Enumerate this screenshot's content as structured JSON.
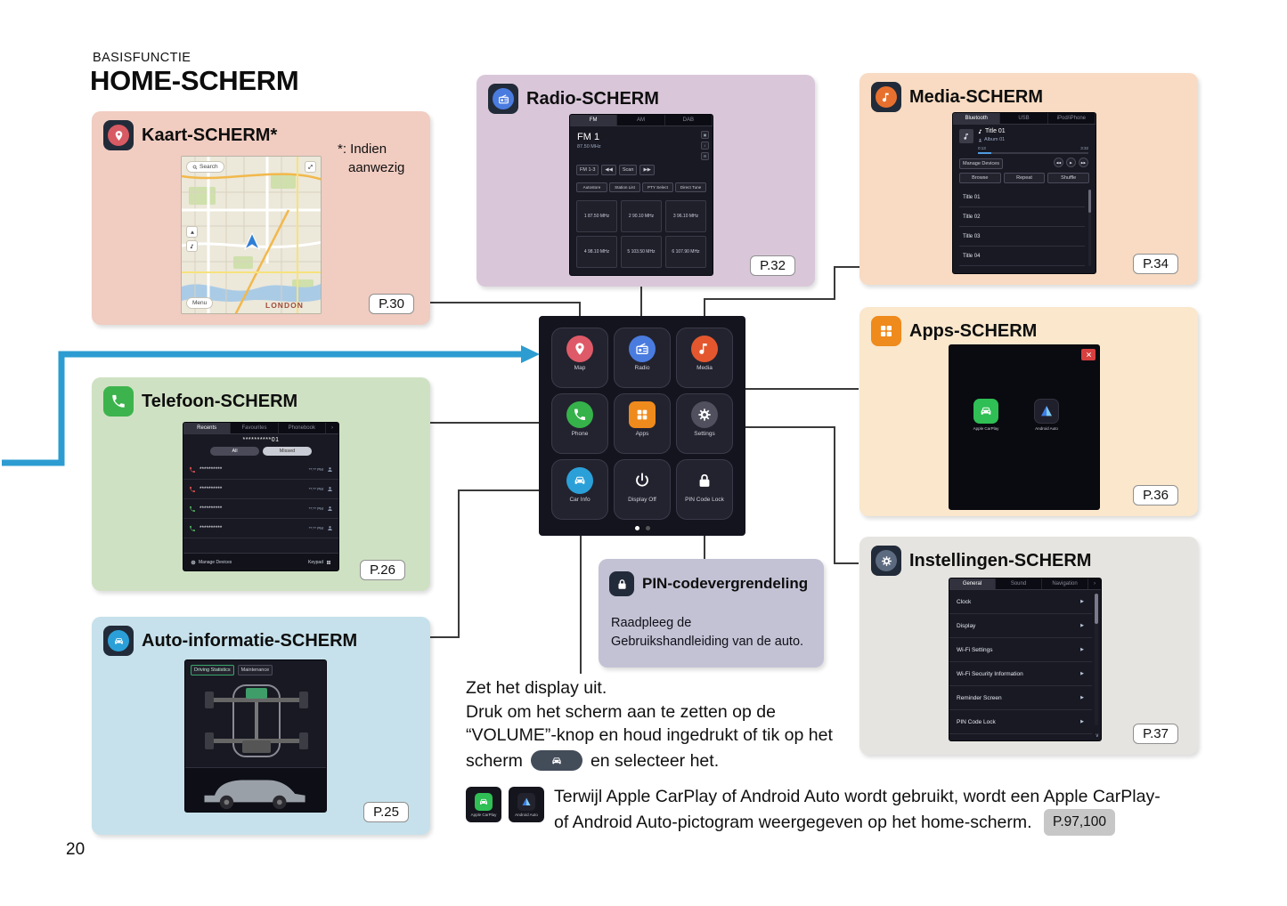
{
  "page": {
    "eyebrow": "BASISFUNCTIE",
    "title": "HOME-SCHERM",
    "page_number": "20"
  },
  "glyphs": {
    "chevron_right": "›",
    "row_arrow": "▶",
    "chevron_down": "∨"
  },
  "colors": {
    "arrow_blue": "#2d9cd1",
    "connector": "#3a3a3a"
  },
  "panels": {
    "kaart": {
      "title": "Kaart-SCHERM*",
      "note_l1": "*: Indien",
      "note_l2": "aanwezig",
      "page_ref": "P.30",
      "screen": {
        "search": "Search",
        "menu": "Menu",
        "city": "LONDON"
      }
    },
    "radio": {
      "title": "Radio-SCHERM",
      "page_ref": "P.32",
      "screen": {
        "tabs": [
          "FM",
          "AM",
          "DAB"
        ],
        "station": "FM 1",
        "frequency": "87.50 MHz",
        "controls": [
          "FM 1-3",
          "◀◀",
          "Scan",
          "▶▶"
        ],
        "functions": [
          "Autostore",
          "Station List",
          "PTY Select",
          "Direct Tune"
        ],
        "presets": [
          "1  87.50 MHz",
          "2  90.10 MHz",
          "3  96.10 MHz",
          "4  98.10 MHz",
          "5  103.50 MHz",
          "6  107.90 MHz"
        ]
      }
    },
    "media": {
      "title": "Media-SCHERM",
      "page_ref": "P.34",
      "screen": {
        "tabs": [
          "Bluetooth",
          "USB",
          "iPod/iPhone"
        ],
        "track": "Title 01",
        "album": "Album 01",
        "time_current": "0:13",
        "time_total": "3:32",
        "manage": "Manage Devices",
        "transport": [
          "◀◀",
          "▶",
          "▶▶"
        ],
        "buttons": [
          "Browse",
          "Repeat",
          "Shuffle"
        ],
        "list": [
          "Title 01",
          "Title 02",
          "Title 03",
          "Title 04"
        ]
      }
    },
    "telefoon": {
      "title": "Telefoon-SCHERM",
      "page_ref": "P.26",
      "screen": {
        "tabs": [
          "Recents",
          "Favourites",
          "Phonebook"
        ],
        "number": "**********01",
        "filters": [
          "All",
          "Missed"
        ],
        "calls": [
          {
            "number": "**********",
            "time": "**:** PM"
          },
          {
            "number": "**********",
            "time": "**:** PM"
          },
          {
            "number": "**********",
            "time": "**:** PM"
          },
          {
            "number": "**********",
            "time": "**:** PM"
          }
        ],
        "footer_left": "Manage Devices",
        "footer_right": "Keypad"
      }
    },
    "apps": {
      "title": "Apps-SCHERM",
      "page_ref": "P.36",
      "screen": {
        "app1": "Apple CarPlay",
        "app2": "Android Auto"
      }
    },
    "instellingen": {
      "title": "Instellingen-SCHERM",
      "page_ref": "P.37",
      "screen": {
        "tabs": [
          "General",
          "Sound",
          "Navigation"
        ],
        "items": [
          "Clock",
          "Display",
          "Wi-Fi Settings",
          "Wi-Fi Security Information",
          "Reminder Screen",
          "PIN Code Lock"
        ]
      }
    },
    "auto_info": {
      "title": "Auto-informatie-SCHERM",
      "page_ref": "P.25",
      "screen": {
        "tabs": [
          "Driving Statistics",
          "Maintenance"
        ]
      }
    },
    "pin": {
      "title": "PIN-codevergrendeling",
      "body_l1": "Raadpleeg de",
      "body_l2": "Gebruikshandleiding van de auto."
    }
  },
  "home_grid": {
    "tiles": [
      {
        "label": "Map"
      },
      {
        "label": "Radio"
      },
      {
        "label": "Media"
      },
      {
        "label": "Phone"
      },
      {
        "label": "Apps"
      },
      {
        "label": "Settings"
      },
      {
        "label": "Car Info"
      },
      {
        "label": "Display Off"
      },
      {
        "label": "PIN Code Lock"
      }
    ]
  },
  "display_note": {
    "l1": "Zet het display uit.",
    "l2": "Druk om het scherm aan te zetten op de",
    "l3": "“VOLUME”-knop en houd ingedrukt of tik op het",
    "l4_pre": "scherm",
    "l4_post": "en selecteer het."
  },
  "carplay_note": {
    "icon1": "Apple CarPlay",
    "icon2": "Android Auto",
    "l1": "Terwijl Apple CarPlay of Android Auto wordt gebruikt, wordt een Apple CarPlay-",
    "l2": "of Android Auto-pictogram weergegeven op het home-scherm.",
    "page_ref": "P.97,100"
  }
}
